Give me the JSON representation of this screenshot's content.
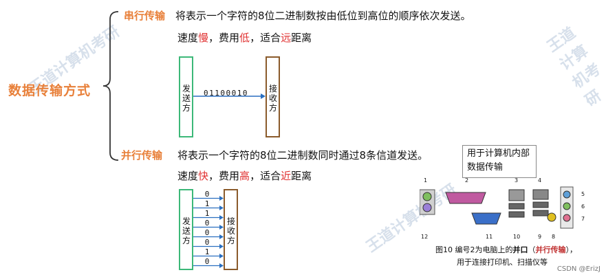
{
  "title": "数据传输方式",
  "serial": {
    "heading": "串行传输",
    "desc": "将表示一个字符的8位二进制数按由低位到高位的顺序依次发送。",
    "speed": {
      "p1": "速度",
      "v1": "慢",
      "p2": "，费用",
      "v2": "低",
      "p3": "，适合",
      "v3": "远",
      "p4": "距离"
    },
    "sender": "发送方",
    "receiver": "接收方",
    "bits": "01100010"
  },
  "parallel": {
    "heading": "并行传输",
    "desc": "将表示一个字符的8位二进制数同时通过8条信道发送。",
    "speed": {
      "p1": "速度",
      "v1": "快",
      "p2": "，费用",
      "v2": "高",
      "p3": "，适合",
      "v3": "近",
      "p4": "距离"
    },
    "sender": "发送方",
    "receiver": "接收方",
    "bits": [
      "0",
      "1",
      "1",
      "0",
      "0",
      "0",
      "1",
      "0"
    ]
  },
  "callout": "用于计算机内部数据传输",
  "figure": {
    "numbers": [
      "1",
      "2",
      "3",
      "4",
      "5",
      "6",
      "7",
      "8",
      "9",
      "10",
      "11",
      "12"
    ],
    "caption_line1_a": "图10  编号2为电脑上的",
    "caption_line1_b": "并口",
    "caption_line1_c": "（",
    "caption_line1_d": "并行传输",
    "caption_line1_e": "），",
    "caption_line2": "用于连接打印机、扫描仪等"
  },
  "watermark": "王道计算机考研",
  "credit": "CSDN @ErizJ",
  "colors": {
    "accent": "#e8803a",
    "red": "#e03030",
    "sender": "#3cb878",
    "receiver": "#8a5a2a",
    "arrow": "#2a6fc0"
  }
}
